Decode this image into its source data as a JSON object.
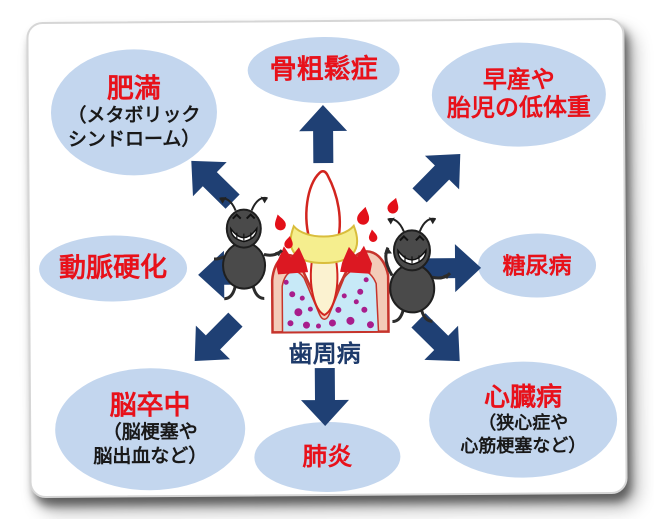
{
  "diagram": {
    "center": {
      "label": "歯周病",
      "illustration": "tooth-cross-section-with-germ-characters"
    },
    "nodes": [
      {
        "id": "obesity",
        "title_lines": [
          "肥満"
        ],
        "note_lines": [
          "（メタボリック",
          "シンドローム）"
        ]
      },
      {
        "id": "osteoporosis",
        "title_lines": [
          "骨粗鬆症"
        ],
        "note_lines": []
      },
      {
        "id": "premature-birth",
        "title_lines": [
          "早産や",
          "胎児の低体重"
        ],
        "note_lines": []
      },
      {
        "id": "arteriosclerosis",
        "title_lines": [
          "動脈硬化"
        ],
        "note_lines": []
      },
      {
        "id": "diabetes",
        "title_lines": [
          "糖尿病"
        ],
        "note_lines": []
      },
      {
        "id": "stroke",
        "title_lines": [
          "脳卒中"
        ],
        "note_lines": [
          "（脳梗塞や",
          "脳出血など）"
        ]
      },
      {
        "id": "pneumonia",
        "title_lines": [
          "肺炎"
        ],
        "note_lines": []
      },
      {
        "id": "heart-disease",
        "title_lines": [
          "心臓病"
        ],
        "note_lines": [
          "（狭心症や",
          "心筋梗塞など）"
        ]
      }
    ],
    "colors": {
      "ellipse_fill": "#c3d6ee",
      "disease_text": "#e8111a",
      "note_text": "#191919",
      "arrow": "#1f4074",
      "center_label": "#1d3a6a"
    }
  }
}
